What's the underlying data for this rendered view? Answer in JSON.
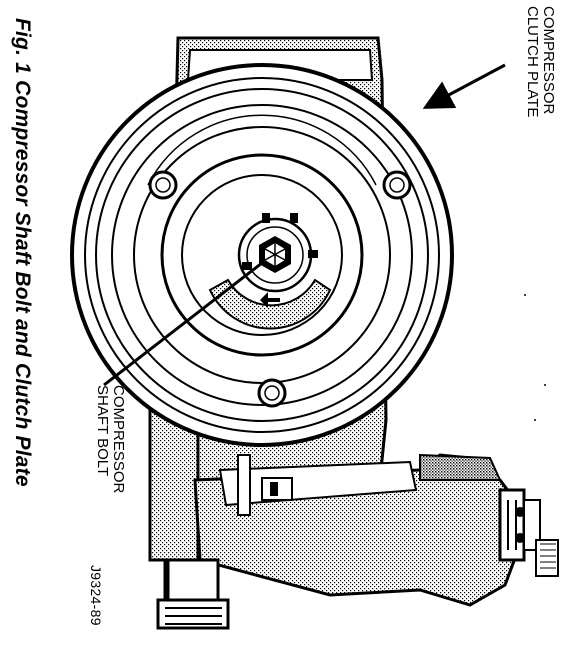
{
  "figure": {
    "caption": "Fig. 1 Compressor Shaft Bolt and Clutch Plate",
    "id_code": "J9324-89"
  },
  "callouts": {
    "clutch_plate": {
      "line1": "COMPRESSOR",
      "line2": "CLUTCH PLATE"
    },
    "shaft_bolt": {
      "line1": "COMPRESSOR",
      "line2": "SHAFT BOLT"
    }
  }
}
